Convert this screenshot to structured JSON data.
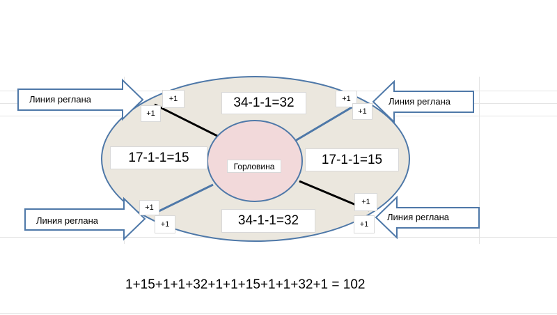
{
  "raglan_line_label": "Линия реглана",
  "neckline_label": "Горловина",
  "plus_one": "+1",
  "front": "34-1-1=32",
  "back": "34-1-1=32",
  "left_sleeve": "17-1-1=15",
  "right_sleeve": "17-1-1=15",
  "total_formula": "1+15+1+1+32+1+1+15+1+1+32+1 = 102",
  "colors": {
    "body_fill": "#ebe7de",
    "body_stroke": "#4e78a8",
    "neck_fill": "#f2d9da",
    "neck_stroke": "#4e78a8",
    "raglan_black": "#000000",
    "raglan_blue": "#4e78a8",
    "arrow_stroke": "#4e78a8"
  }
}
